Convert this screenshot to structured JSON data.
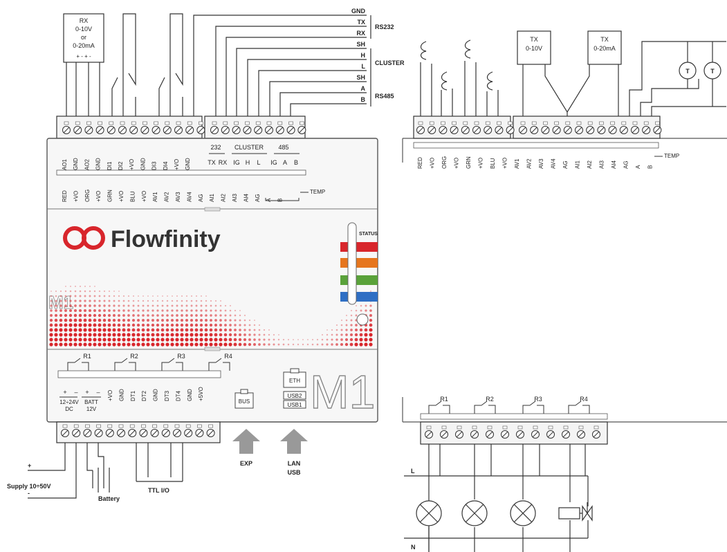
{
  "brand": {
    "name": "Flowfinity",
    "model": "M1",
    "model_small": "M1"
  },
  "top_sensor": {
    "lines": [
      "RX",
      "0-10V",
      "or",
      "0-20mA"
    ],
    "pins": "+ - + -"
  },
  "bus_labels": {
    "gnd": "GND",
    "tx": "TX",
    "rx": "RX",
    "sh1": "SH",
    "h": "H",
    "l": "L",
    "sh2": "SH",
    "a": "A",
    "b": "B"
  },
  "bus_groups": {
    "rs232": "RS232",
    "cluster": "CLUSTER",
    "rs485": "RS485"
  },
  "upper_terminal_labels_top": [
    "AO1",
    "GND",
    "AO2",
    "GND",
    "DI1",
    "DI2",
    "+VO",
    "GND",
    "DI3",
    "DI4",
    "+VO",
    "GND"
  ],
  "comm_header": {
    "c232": "232",
    "cluster": "CLUSTER",
    "c485": "485"
  },
  "comm_labels": [
    "TX",
    "RX",
    "IG",
    "H",
    "L",
    "IG",
    "A",
    "B"
  ],
  "upper_terminal_labels_bottom": [
    "RED",
    "+VO",
    "ORG",
    "+VO",
    "GRN",
    "+VO",
    "BLU",
    "+VO",
    "AV1",
    "AV2",
    "AV3",
    "AV4",
    "AG",
    "AI1",
    "AI2",
    "AI3",
    "AI4",
    "AG",
    "A",
    "B"
  ],
  "temp_label": "TEMP",
  "status_label": "STATUS",
  "relays": [
    "R1",
    "R2",
    "R3",
    "R4"
  ],
  "lower_terminal_labels": [
    "+",
    "–",
    "+",
    "–",
    "+VO",
    "GND",
    "DT1",
    "DT2",
    "GND",
    "DT3",
    "DT4",
    "GND",
    "+5VO"
  ],
  "power_labels": {
    "dc": "12÷24V",
    "dc2": "DC",
    "batt": "BATT",
    "batt2": "12V"
  },
  "ports": {
    "bus": "BUS",
    "eth": "ETH",
    "usb2": "USB2",
    "usb1": "USB1"
  },
  "arrows": {
    "exp": "EXP",
    "lan": "LAN",
    "usb": "USB"
  },
  "bottom_labels": {
    "supply": "Supply 10÷50V",
    "plus": "+",
    "minus": "-",
    "battery": "Battery",
    "ttl": "TTL I/O"
  },
  "right_top": {
    "labels": [
      "RED",
      "+VO",
      "ORG",
      "+VO",
      "GRN",
      "+VO",
      "BLU",
      "+VO",
      "AV1",
      "AV2",
      "AV3",
      "AV4",
      "AG",
      "AI1",
      "AI2",
      "AI3",
      "AI4",
      "AG",
      "A",
      "B"
    ],
    "temp": "TEMP",
    "tx1": [
      "TX",
      "0-10V"
    ],
    "tx2": [
      "TX",
      "0-20mA"
    ],
    "t": "T"
  },
  "right_bottom": {
    "relays": [
      "R1",
      "R2",
      "R3",
      "R4"
    ],
    "l": "L",
    "n": "N"
  }
}
